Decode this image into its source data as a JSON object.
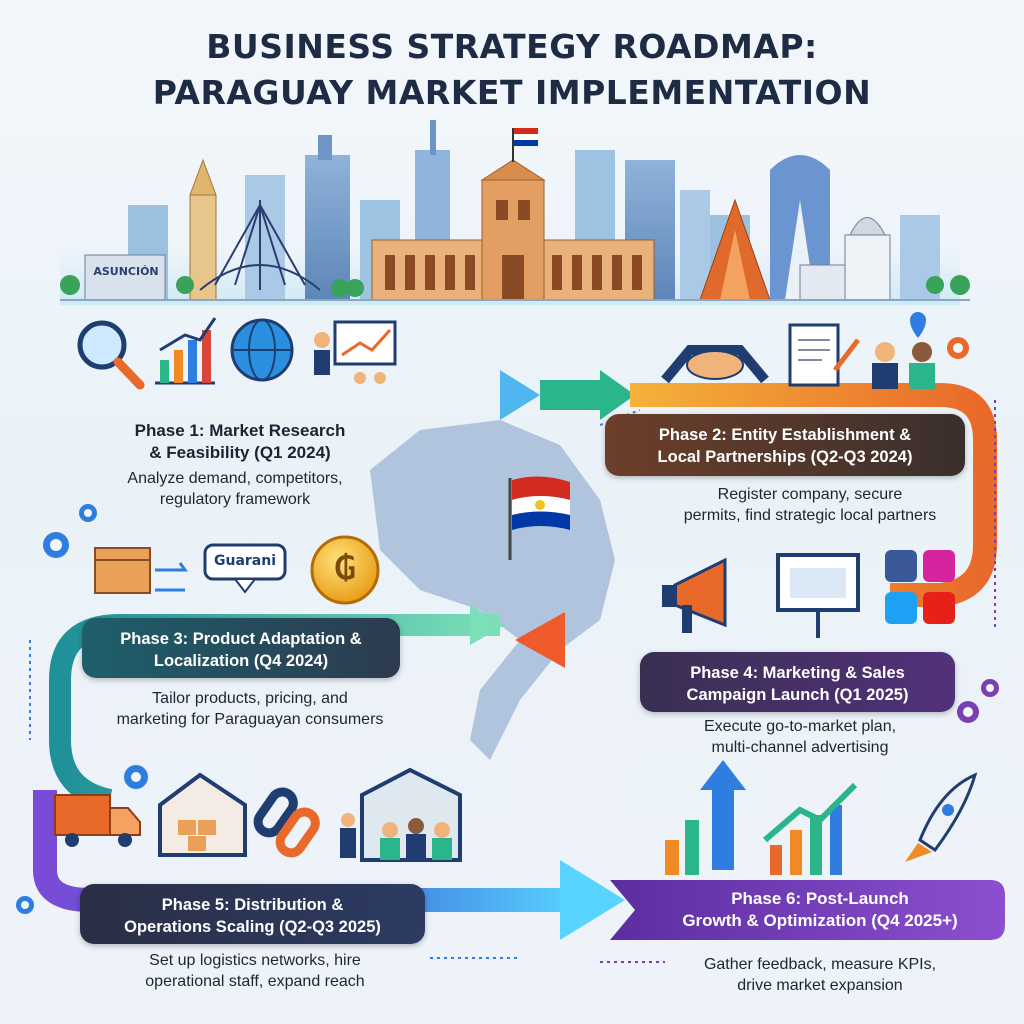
{
  "title": {
    "line1": "BUSINESS STRATEGY ROADMAP:",
    "line2": "PARAGUAY MARKET IMPLEMENTATION"
  },
  "skyline": {
    "sign": "ASUNCIÓN"
  },
  "tags": {
    "language": "Guarani",
    "currency": "₲"
  },
  "phases": [
    {
      "title_l1": "Phase 1: Market Research",
      "title_l2": "& Feasibility (Q1 2024)",
      "desc_l1": "Analyze demand, competitors,",
      "desc_l2": "regulatory framework"
    },
    {
      "title_l1": "Phase 2: Entity Establishment &",
      "title_l2": "Local Partnerships (Q2-Q3 2024)",
      "desc_l1": "Register company, secure",
      "desc_l2": "permits, find strategic local partners"
    },
    {
      "title_l1": "Phase 3: Product Adaptation &",
      "title_l2": "Localization (Q4 2024)",
      "desc_l1": "Tailor products, pricing, and",
      "desc_l2": "marketing for Paraguayan consumers"
    },
    {
      "title_l1": "Phase 4: Marketing & Sales",
      "title_l2": "Campaign Launch (Q1 2025)",
      "desc_l1": "Execute go-to-market plan,",
      "desc_l2": "multi-channel advertising"
    },
    {
      "title_l1": "Phase 5: Distribution &",
      "title_l2": "Operations Scaling (Q2-Q3 2025)",
      "desc_l1": "Set up logistics networks, hire",
      "desc_l2": "operational staff, expand reach"
    },
    {
      "title_l1": "Phase 6: Post-Launch",
      "title_l2": "Growth & Optimization (Q4 2025+)",
      "desc_l1": "Gather feedback, measure KPIs,",
      "desc_l2": "drive market expansion"
    }
  ],
  "colors": {
    "phase1": "#2f7de1",
    "phase2": "#f08a24",
    "phase3": "#2bb58a",
    "phase4": "#7a3fb0",
    "phase5": "#3a63d6",
    "phase6": "#6b3aa8",
    "title": "#1d2c44",
    "banner_dark": "#2d3344"
  }
}
